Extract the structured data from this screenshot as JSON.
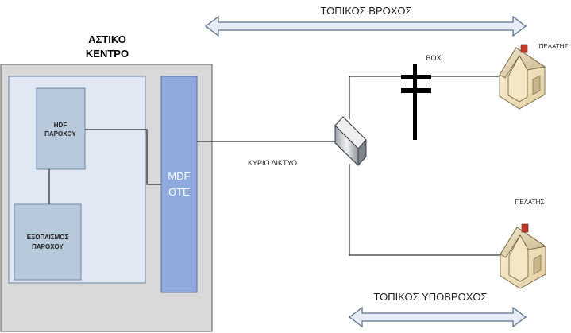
{
  "labels": {
    "top_arrow": "ΤΟΠΙΚΟΣ ΒΡΟΧΟΣ",
    "bottom_arrow": "ΤΟΠΙΚΟΣ ΥΠΟΒΡΟΧΟΣ",
    "center_title_line1": "ΑΣΤΙΚΟ",
    "center_title_line2": "ΚΕΝΤΡΟ",
    "hdf_line1": "HDF",
    "hdf_line2": "ΠΑΡΟΧΟΥ",
    "equipment_line1": "ΕΞΟΠΛΙΣΜΟΣ",
    "equipment_line2": "ΠΑΡΟΧΟΥ",
    "mdf_line1": "MDF",
    "mdf_line2": "ΟΤΕ",
    "main_network": "ΚΥΡΙΟ ΔΙΚΤΥΟ",
    "box": "BOX",
    "customer_top": "ΠΕΛΑΤΗΣ",
    "customer_bottom": "ΠΕΛΑΤΗΣ"
  },
  "icons": {
    "cabinet": "street-cabinet-icon",
    "pole": "utility-pole-icon",
    "house_top": "house-icon",
    "house_bottom": "house-icon"
  },
  "colors": {
    "center_outer": "#d9d9d9",
    "center_inner": "#dfe8f3",
    "provider_box": "#b9c9dc",
    "mdf": "#8eaadc",
    "arrow_fill": "#e6edf6",
    "arrow_stroke": "#5b6f86",
    "line": "#000000"
  }
}
